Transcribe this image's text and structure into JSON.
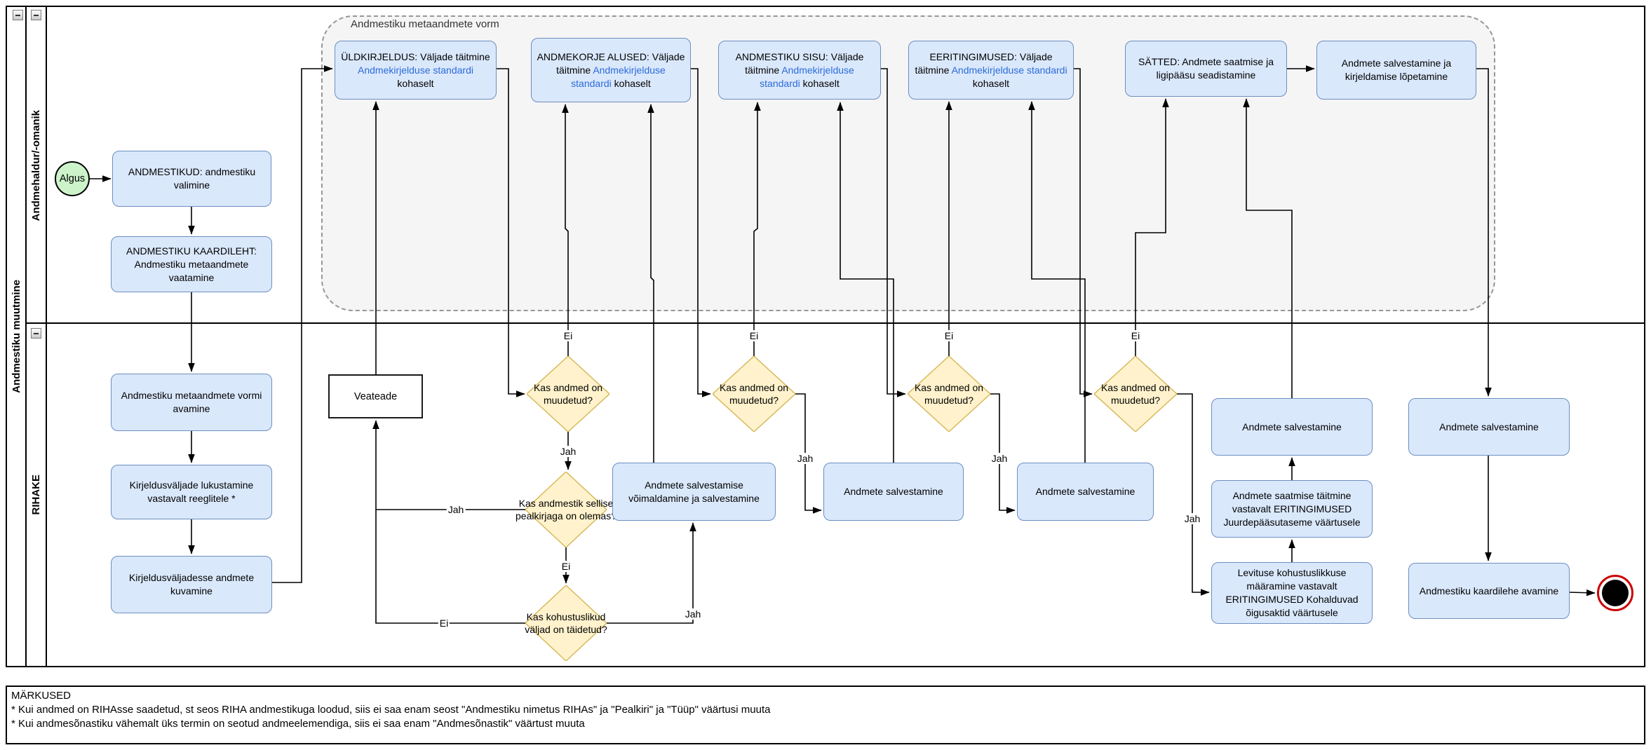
{
  "pool": {
    "title": "Andmestiku muutmine",
    "lanes": [
      {
        "label": "Andmehaldur/-omanik"
      },
      {
        "label": "RIHAKE"
      }
    ]
  },
  "container": {
    "label": "Andmestiku metaandmete vorm"
  },
  "colors": {
    "task_fill": "#dae8fc",
    "task_stroke": "#6c8ebf",
    "decision_fill": "#fff2cc",
    "decision_stroke": "#d6b656",
    "start_fill": "#cdf3cb",
    "end_ring": "#cc0000",
    "link_text": "#2b6bd8",
    "container_fill": "#f5f5f5"
  },
  "icons": {
    "collapse_minus": "minus-icon",
    "end_event": "filled-circle"
  },
  "nodes": {
    "start": {
      "label": "Algus"
    },
    "andmestikud": {
      "label": "ANDMESTIKUD: andmestiku valimine"
    },
    "kaardileht": {
      "label": "ANDMESTIKU KAARDILEHT: Andmestiku metaandmete vaatamine"
    },
    "vorm_avamine": {
      "label": "Andmestiku metaandmete vormi avamine"
    },
    "lukustamine": {
      "label": "Kirjeldusväljade lukustamine vastavalt reeglitele *"
    },
    "kuvamine": {
      "label": "Kirjeldusväljadesse andmete kuvamine"
    },
    "veateade": {
      "label": "Veateade"
    },
    "tab_uldkirjeldus": {
      "prefix": "ÜLDKIRJELDUS: Väljade täitmine ",
      "link": "Andmekirjelduse standardi",
      "suffix": " kohaselt"
    },
    "tab_andmekorje": {
      "prefix": "ANDMEKORJE ALUSED: Väljade täitmine ",
      "link": "Andmekirjelduse standardi",
      "suffix": " kohaselt"
    },
    "tab_sisu": {
      "prefix": "ANDMESTIKU SISU: Väljade täitmine ",
      "link": "Andmekirjelduse standardi",
      "suffix": " kohaselt"
    },
    "tab_eritingimused": {
      "prefix": "EERITINGIMUSED: Väljade täitmine ",
      "link": "Andmekirjelduse standardi",
      "suffix": " kohaselt"
    },
    "tab_satted": {
      "label": "SÄTTED: Andmete saatmise ja ligipääsu seadistamine"
    },
    "lopetamine": {
      "label": "Andmete salvestamine ja kirjeldamise lõpetamine"
    },
    "d_muudetud1": {
      "label": "Kas andmed on muudetud?"
    },
    "d_muudetud2": {
      "label": "Kas andmed on muudetud?"
    },
    "d_muudetud3": {
      "label": "Kas andmed on muudetud?"
    },
    "d_muudetud4": {
      "label": "Kas andmed on muudetud?"
    },
    "d_pealkiri": {
      "label": "Kas andmestik sellise pealkirjaga on olemas?"
    },
    "d_kohustuslikud": {
      "label": "Kas kohustuslikud väljad on täidetud?"
    },
    "save_voimaldamine": {
      "label": "Andmete salvestamise võimaldamine ja salvestamine"
    },
    "save2": {
      "label": "Andmete salvestamine"
    },
    "save3": {
      "label": "Andmete salvestamine"
    },
    "save4": {
      "label": "Andmete salvestamine"
    },
    "save5": {
      "label": "Andmete salvestamine"
    },
    "saatmine": {
      "label": "Andmete saatmise täitmine vastavalt ERITINGIMUSED Juurdepääsutaseme väärtusele"
    },
    "levitus": {
      "label": "Levituse kohustuslikkuse määramine vastavalt ERITINGIMUSED Kohalduvad õigusaktid väärtusele"
    },
    "kaardileht_avamine": {
      "label": "Andmestiku kaardilehe avamine"
    }
  },
  "labels": {
    "ei": "Ei",
    "jah": "Jah"
  },
  "notes": {
    "title": "MÄRKUSED",
    "line1": "* Kui andmed on RIHAsse saadetud, st seos RIHA andmestikuga loodud, siis ei saa enam seost \"Andmestiku nimetus RIHAs\" ja \"Pealkiri\" ja \"Tüüp\" väärtusi muuta",
    "line2": "* Kui andmesõnastiku vähemalt üks termin on seotud andmeelemendiga, siis ei saa enam \"Andmesõnastik\" väärtust muuta"
  }
}
